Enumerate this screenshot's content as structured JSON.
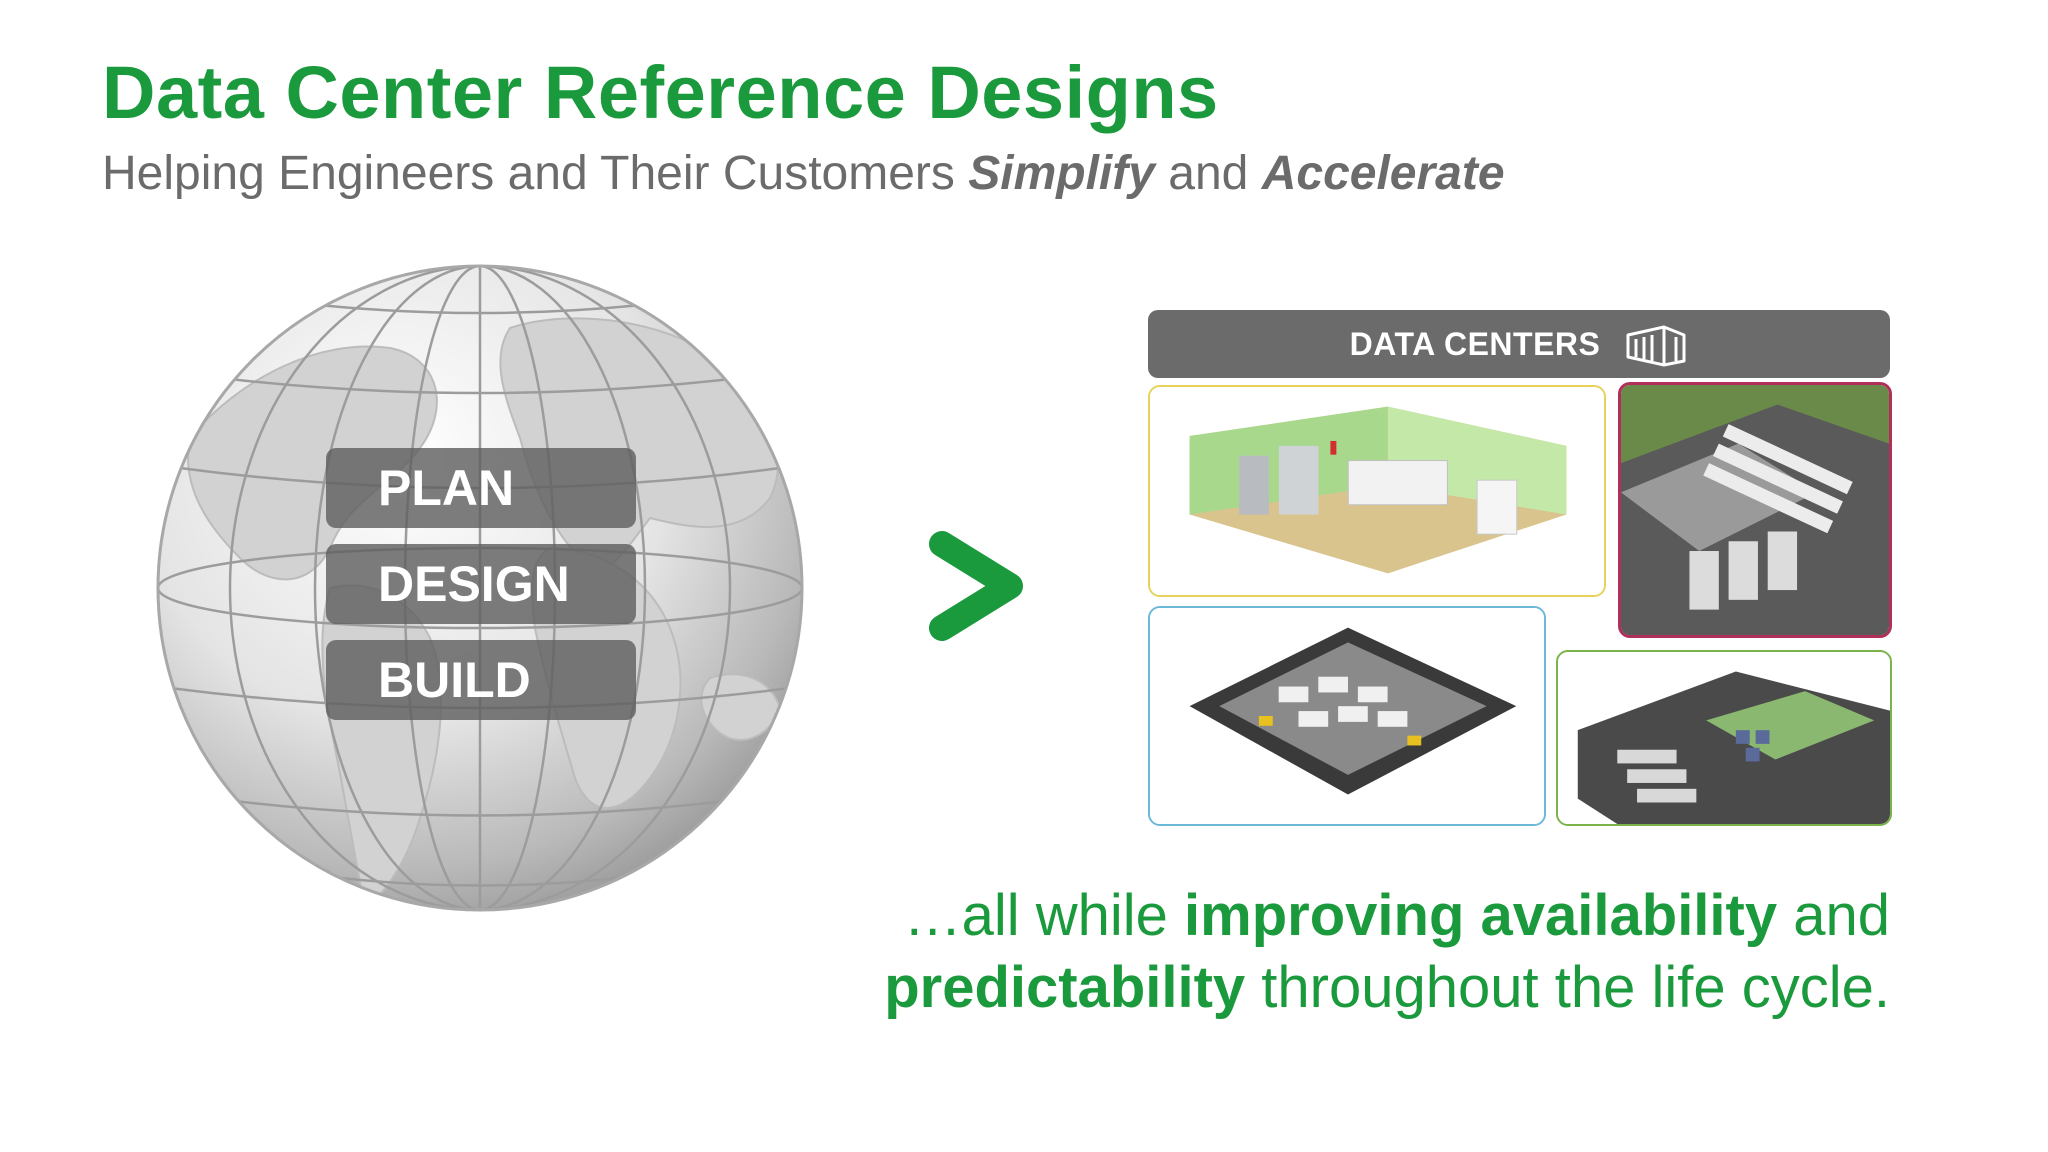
{
  "title": "Data Center Reference Designs",
  "subtitle": {
    "prefix": "Helping Engineers and Their Customers ",
    "emph1": "Simplify",
    "middle": " and ",
    "emph2": "Accelerate"
  },
  "steps": [
    "PLAN",
    "DESIGN",
    "BUILD"
  ],
  "panel": {
    "header_label": "DATA CENTERS"
  },
  "footer": {
    "line1_prefix": "…all while ",
    "line1_bold": "improving availability",
    "line1_suffix": " and",
    "line2_bold": "predictability",
    "line2_suffix": " throughout the life cycle."
  },
  "colors": {
    "brand_green": "#1a9a3c",
    "gray": "#6b6b6b"
  },
  "icons": [
    "globe-icon",
    "chevron-right-icon",
    "data-center-building-icon"
  ]
}
